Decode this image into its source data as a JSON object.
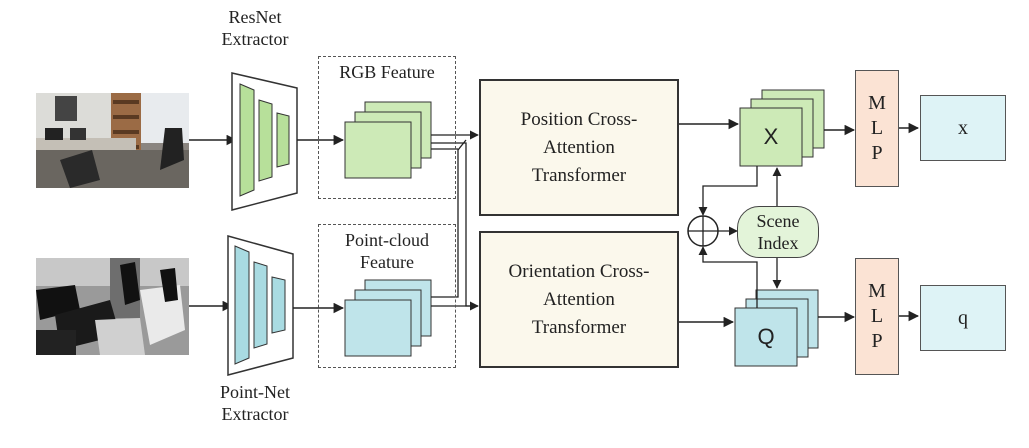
{
  "labels": {
    "resnet": [
      "ResNet",
      "Extractor"
    ],
    "pointnet": [
      "Point-Net",
      "Extractor"
    ],
    "rgb_feature": "RGB Feature",
    "pc_feature": [
      "Point-cloud",
      "Feature"
    ],
    "position_transformer": [
      "Position Cross-",
      "Attention",
      "Transformer"
    ],
    "orientation_transformer": [
      "Orientation Cross-",
      "Attention",
      "Transformer"
    ],
    "scene_index": [
      "Scene",
      "Index"
    ],
    "mlp_letters": [
      "M",
      "L",
      "P"
    ],
    "x_feature": "X",
    "q_feature": "Q",
    "x_output": "x",
    "q_output": "q"
  },
  "colors": {
    "green": "#cdeab7",
    "cyan": "#bfe4ea",
    "mlp": "#fbe3d4",
    "output": "#def3f6",
    "transformer": "#fbf8ec"
  }
}
